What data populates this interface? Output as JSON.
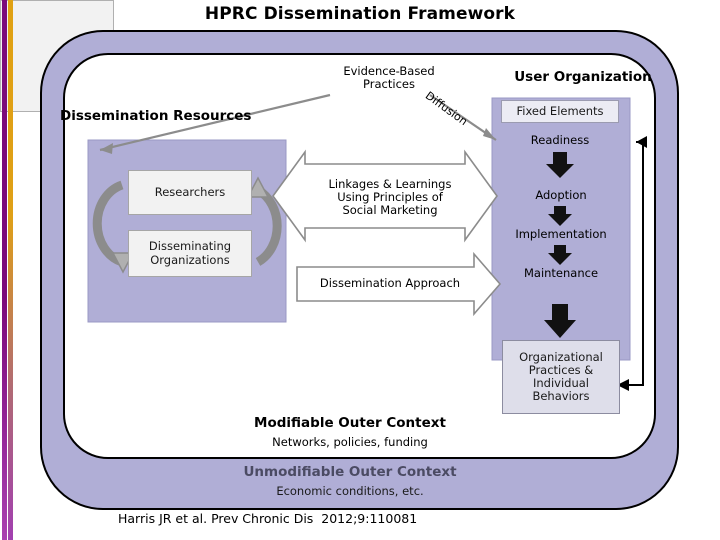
{
  "title": "HPRC Dissemination Framework",
  "accent_colors": {
    "lavender_band": "#b0aed6",
    "panel_purple": "#b0aed6",
    "inner_box_gray": "#f2f2f2",
    "fixed_elements_fill": "#ececf4",
    "outcomes_fill": "#dedeea",
    "edge_bar_purple": "#7b0a7b",
    "edge_bar_gold": "#e0a113",
    "stroke": "#000000",
    "arrow_gray": "#8c8c8c",
    "unmodifiable_text": "#4b4b63"
  },
  "left_edge_bars": {
    "purple_bar": "#7b0a7b",
    "gold_bar": "#e0a113"
  },
  "sections": {
    "dissemination_resources": {
      "heading": "Dissemination Resources",
      "boxes": [
        {
          "label": "Researchers"
        },
        {
          "label": "Disseminating\nOrganizations"
        }
      ],
      "cycle_icon": "circular-arrows-icon"
    },
    "linking": {
      "evidence_based_practices": "Evidence-Based\nPractices",
      "diffusion": "Diffusion",
      "linkages": "Linkages & Learnings\nUsing Principles of\nSocial Marketing",
      "dissemination_approach": "Dissemination Approach"
    },
    "user_organization": {
      "heading": "User Organization",
      "fixed_elements": "Fixed Elements",
      "readiness": "Readiness",
      "stages": [
        "Adoption",
        "Implementation",
        "Maintenance"
      ],
      "outcomes": "Organizational\nPractices &\nIndividual\nBehaviors",
      "feedback_loop_icon": "feedback-arrow-icon"
    },
    "outer_context": {
      "modifiable_title": "Modifiable Outer Context",
      "modifiable_sub": "Networks, policies, funding",
      "unmodifiable_title": "Unmodifiable Outer Context",
      "unmodifiable_sub": "Economic conditions, etc."
    }
  },
  "citation": "Harris JR et al. Prev Chronic Dis  2012;9:110081"
}
